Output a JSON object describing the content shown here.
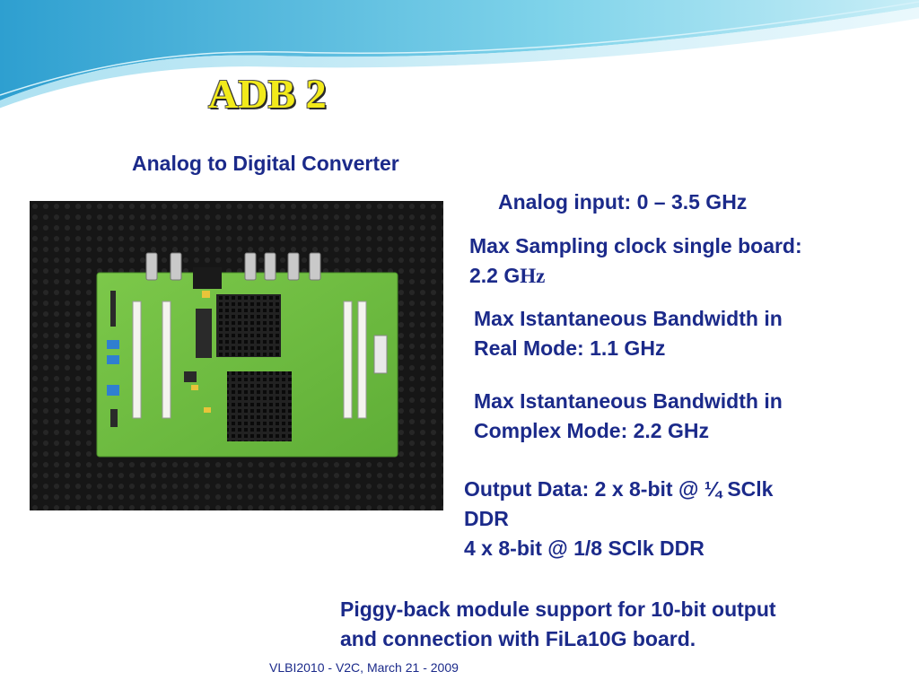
{
  "slide": {
    "title": "ADB 2",
    "subtitle": "Analog to Digital Converter",
    "specs": {
      "analog_input": "Analog input: 0 – 3.5 GHz",
      "sampling_line1": "Max Sampling clock single board:",
      "sampling_value": "2.2 G",
      "sampling_unit": "Hz",
      "bw_real_line1": "Max Istantaneous Bandwidth in",
      "bw_real_line2": "Real Mode: 1.1 GHz",
      "bw_complex_line1": "Max Istantaneous Bandwidth in",
      "bw_complex_line2": "Complex Mode: 2.2 GHz",
      "output_line1": "Output Data: 2 x 8-bit @ ¼ SClk",
      "output_line2": "DDR",
      "output_line3": "4 x 8-bit @ 1/8 SClk DDR",
      "piggy_line1": "Piggy-back module support for 10-bit output",
      "piggy_line2": "and connection with FiLa10G board."
    },
    "footer": "VLBI2010 - V2C, March 21 - 2009"
  },
  "colors": {
    "title_yellow": "#f2ea1a",
    "text_navy": "#1b2a8a",
    "wave_blue": "#4ab6d8",
    "pcb_green": "#6fbf3f"
  }
}
